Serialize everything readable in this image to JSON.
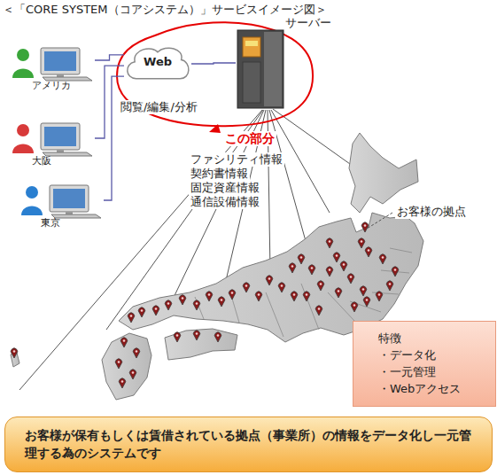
{
  "diagram": {
    "title": "＜「CORE SYSTEM（コアシステム）」サービスイメージ図＞",
    "nodes": [
      {
        "text": [
          "Web"
        ]
      },
      {
        "text": [
          "サーバー"
        ]
      },
      {
        "text": [
          "アメリカ"
        ]
      },
      {
        "text": [
          "大阪"
        ]
      },
      {
        "text": [
          "東京"
        ]
      },
      {
        "text": [
          "特徴",
          "・データ化",
          "・一元管理",
          "・Webアクセス"
        ]
      },
      {
        "text": [
          "お客様が保有もしくは賃借されている拠点（事業所）の情報をデータ化し一元管理する為のシステムです"
        ]
      }
    ],
    "edges": [
      {
        "from": 2,
        "to": 0,
        "arrow": "none"
      },
      {
        "from": 3,
        "to": 0,
        "arrow": "none"
      },
      {
        "from": 4,
        "to": 0,
        "arrow": "none"
      },
      {
        "from": 0,
        "to": 1,
        "arrow": "none"
      }
    ],
    "labels": [
      "閲覧/編集/分析",
      "この部分",
      "ファシリティ情報",
      "契約書情報",
      "固定資産情報",
      "通信設備情報",
      "お客様の拠点"
    ]
  }
}
